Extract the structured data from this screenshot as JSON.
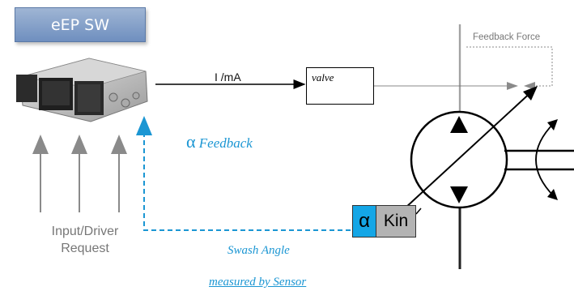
{
  "software_box": {
    "label": "eEP SW"
  },
  "signal": {
    "current_label": "I /mA"
  },
  "valve": {
    "label": "valve"
  },
  "feedback_force": {
    "label": "Feedback Force"
  },
  "alpha_feedback": {
    "symbol": "α",
    "text": "Feedback"
  },
  "input": {
    "line1": "Input/Driver",
    "line2": "Request"
  },
  "swash": {
    "line1": "Swash Angle",
    "line2": "measured by Sensor"
  },
  "sensor": {
    "alpha": "α",
    "kin": "Kin"
  },
  "colors": {
    "feedback_blue": "#1b96d3",
    "sensor_blue": "#14a6e6",
    "software_box": "#7f9cc9"
  }
}
